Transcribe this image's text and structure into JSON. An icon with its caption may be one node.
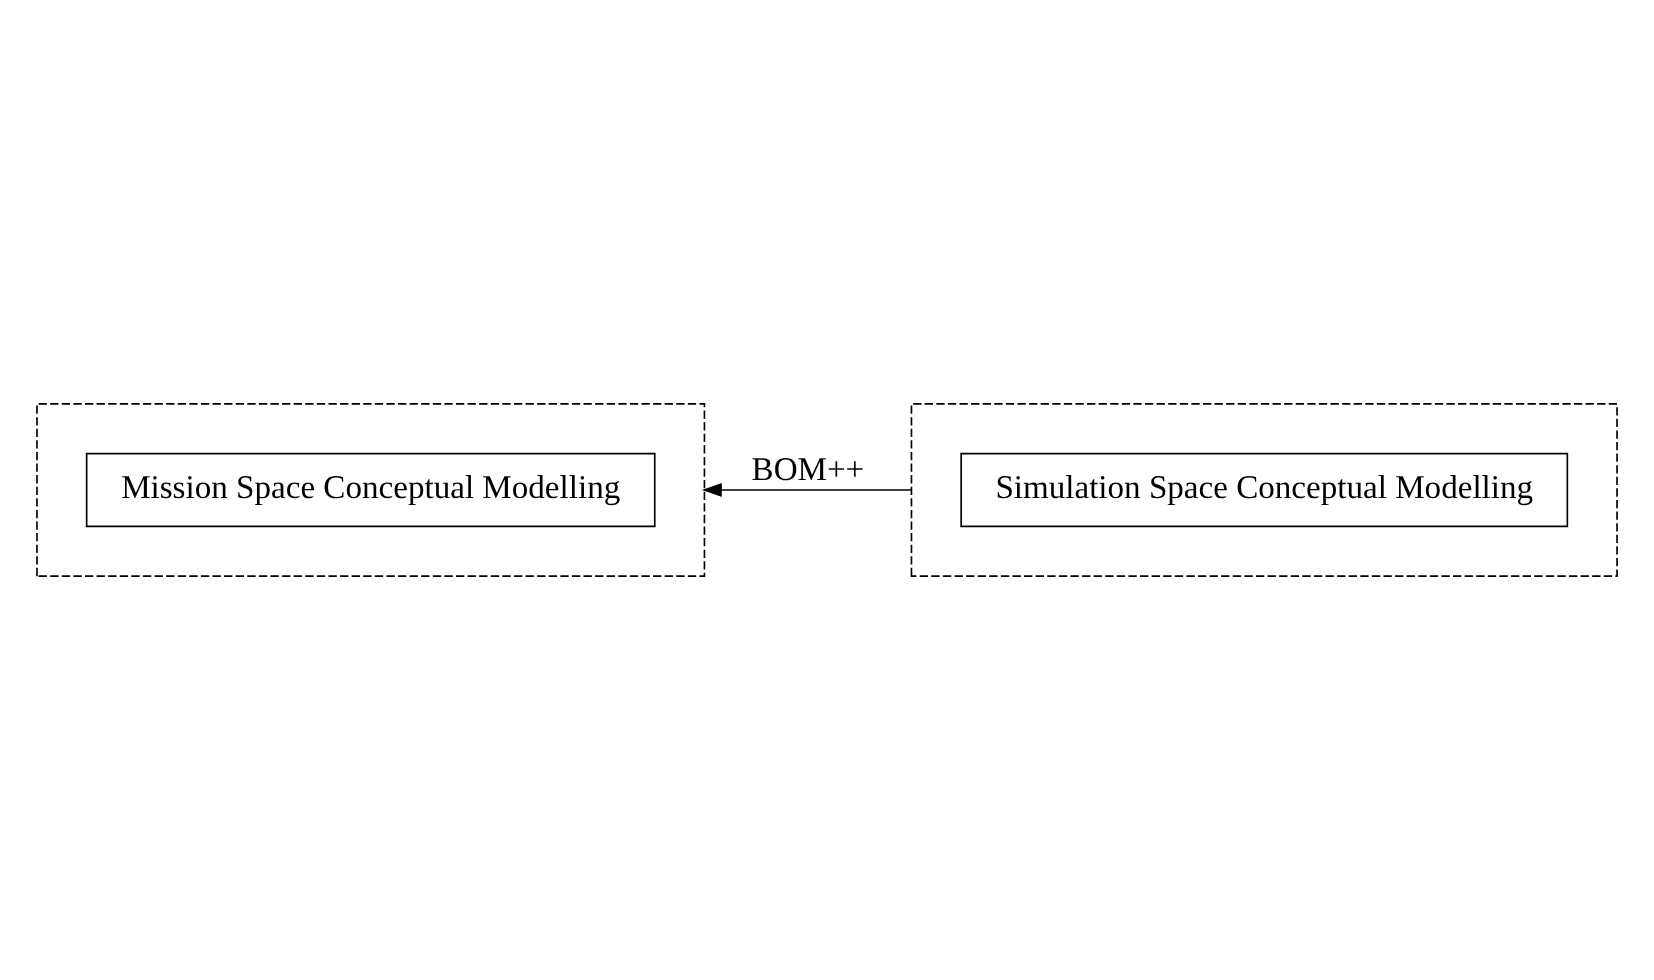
{
  "diagram": {
    "nodes": [
      {
        "text": [],
        "shape": "box"
      },
      {
        "text": [
          "Mission Space Conceptual Modelling"
        ],
        "in": 0
      },
      {
        "text": [],
        "shape": "box"
      },
      {
        "text": [
          "Simulation Space Conceptual Modelling"
        ],
        "in": 2
      }
    ],
    "edges": [
      {
        "from": 2,
        "to": 0,
        "arrow": "to",
        "label": "BOM++"
      }
    ]
  }
}
